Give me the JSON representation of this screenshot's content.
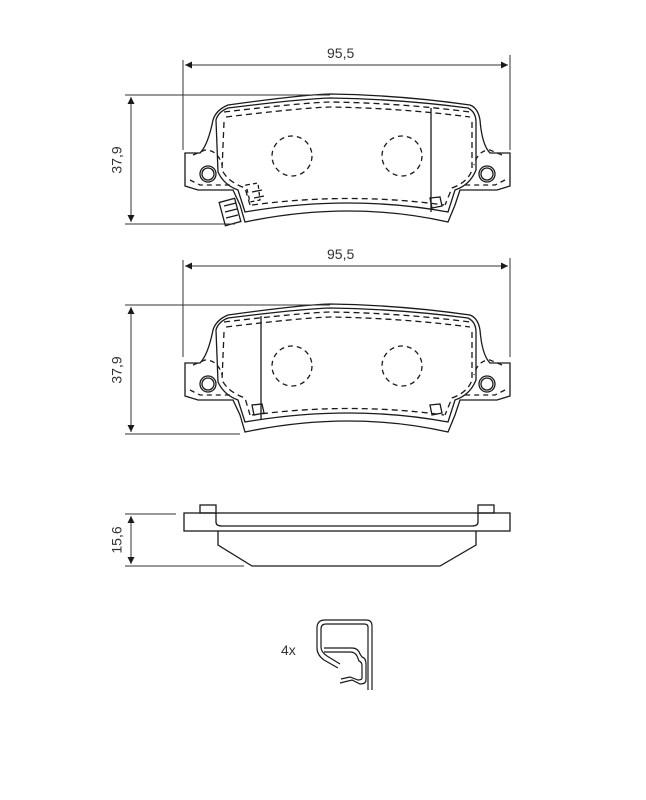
{
  "drawing": {
    "view1": {
      "width_dim": "95,5",
      "height_dim": "37,9",
      "feature": "wear-indicator-sensor"
    },
    "view2": {
      "width_dim": "95,5",
      "height_dim": "37,9"
    },
    "side_view": {
      "thickness_dim": "15,6"
    },
    "clip": {
      "quantity": "4x"
    }
  },
  "colors": {
    "line": "#1a1a1a",
    "dim": "#333333",
    "background": "#ffffff"
  }
}
